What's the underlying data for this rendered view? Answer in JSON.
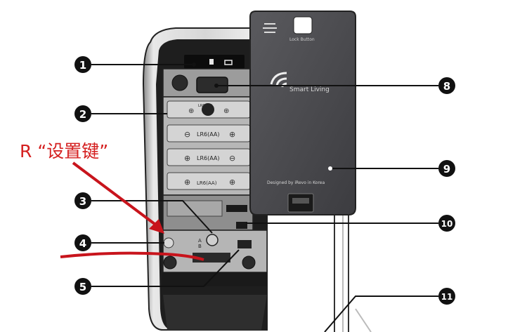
{
  "callouts": [
    "1",
    "2",
    "3",
    "4",
    "5",
    "8",
    "9",
    "10",
    "11"
  ],
  "annotation": {
    "text": "R “设置键”",
    "color": "#d41e1e"
  },
  "cover": {
    "lock_button_label": "Lock Button",
    "brand_text": "Smart Living",
    "designed_text": "Designed by iRevo in Korea"
  },
  "battery_labels": [
    "LR6(AA)",
    "LR6(AA)",
    "LR6(AA)",
    "LR6(AA)"
  ],
  "colors": {
    "cover": "#4a4a4d",
    "body_dark": "#2b2b2b",
    "frame": "#c9c9c9",
    "callout": "#111111",
    "annotation": "#d41e1e"
  }
}
